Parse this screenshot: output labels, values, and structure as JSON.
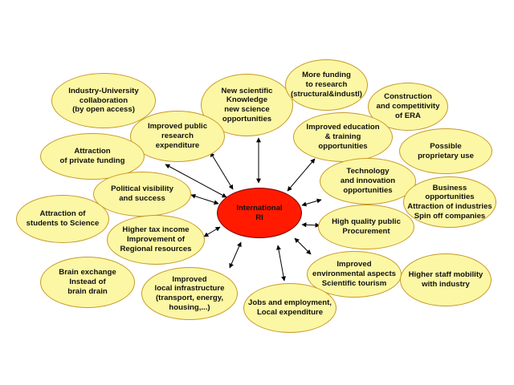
{
  "center": {
    "label": "International\nRI"
  },
  "nodes": {
    "industry_university": "Industry-University\ncollaboration\n(by open access)",
    "new_scientific": "New scientific\nKnowledge\nnew science\nopportunities",
    "more_funding": "More funding\nto research\n(structural&industl)",
    "construction_era": "Construction\nand competitivity\nof ERA",
    "improved_public_research": "Improved  public\nresearch\nexpenditure",
    "improved_education": "Improved education\n& training\nopportunities",
    "possible_proprietary": "Possible\nproprietary use",
    "attraction_private": "Attraction\nof private funding",
    "political_visibility": "Political visibility\nand success",
    "technology_innovation": "Technology\nand innovation\nopportunities",
    "business_opportunities": "Business opportunities\nAttraction of industries\nSpin off companies",
    "attraction_students": "Attraction of\nstudents to Science",
    "higher_tax": "Higher tax income\nImprovement of\nRegional resources",
    "high_quality_procurement": "High quality public\nProcurement",
    "brain_exchange": "Brain exchange\nInstead of\nbrain drain",
    "local_infrastructure": "Improved\nlocal infrastructure\n(transport, energy,\nhousing,...)",
    "environmental": "Improved\nenvironmental aspects\nScientific tourism",
    "staff_mobility": "Higher staff mobility\nwith industry",
    "jobs_employment": "Jobs and employment,\nLocal expenditure"
  }
}
